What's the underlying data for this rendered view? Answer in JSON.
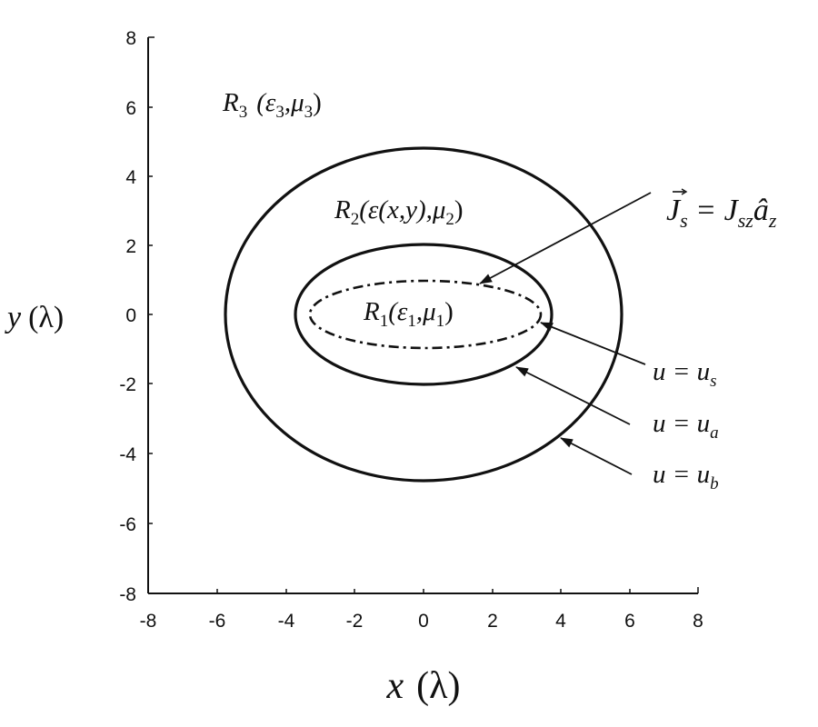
{
  "figure": {
    "x_axis_label": "x",
    "x_axis_unit": "(λ)",
    "y_axis_label": "y",
    "y_axis_unit": "(λ)",
    "x_ticks": [
      "-8",
      "-6",
      "-4",
      "-2",
      "0",
      "2",
      "4",
      "6",
      "8"
    ],
    "y_ticks": [
      "8",
      "6",
      "4",
      "2",
      "0",
      "-2",
      "-4",
      "-6",
      "-8"
    ],
    "regions": {
      "r3": {
        "name": "R",
        "sub": "3",
        "params": "(ε",
        "p1sub": "3",
        "p2": ",μ",
        "p2sub": "3",
        "close": ")"
      },
      "r2": {
        "name": "R",
        "sub": "2",
        "params": "(ε(x,y),μ",
        "p2sub": "2",
        "close": ")"
      },
      "r1": {
        "name": "R",
        "sub": "1",
        "params": "(ε",
        "p1sub": "1",
        "p2": ",μ",
        "p2sub": "1",
        "close": ")"
      }
    },
    "current_label": {
      "lhs": "J",
      "lhs_sub": "s",
      "eq": " = J",
      "rhs_sub": "sz",
      "unit": "â",
      "unit_sub": "z"
    },
    "boundary_labels": [
      {
        "lhs": "u = u",
        "sub": "s"
      },
      {
        "lhs": "u = u",
        "sub": "a"
      },
      {
        "lhs": "u = u",
        "sub": "b"
      }
    ]
  },
  "chart_data": {
    "type": "diagram",
    "title": "",
    "xlabel": "x (λ)",
    "ylabel": "y (λ)",
    "xlim": [
      -8,
      8
    ],
    "ylim": [
      -8,
      8
    ],
    "x_ticks": [
      -8,
      -6,
      -4,
      -2,
      0,
      2,
      4,
      6,
      8
    ],
    "y_ticks": [
      -8,
      -6,
      -4,
      -2,
      0,
      2,
      4,
      6,
      8
    ],
    "grid": false,
    "shapes": [
      {
        "name": "u = u_b (outer boundary)",
        "type": "ellipse",
        "center": [
          0,
          0
        ],
        "semi_x": 5.8,
        "semi_y": 4.8,
        "style": "solid"
      },
      {
        "name": "u = u_a (inner boundary)",
        "type": "ellipse",
        "center": [
          0,
          0
        ],
        "semi_x": 3.7,
        "semi_y": 2.0,
        "style": "solid"
      },
      {
        "name": "u = u_s (current sheet)",
        "type": "ellipse",
        "center": [
          0,
          0
        ],
        "semi_x": 3.35,
        "semi_y": 1.0,
        "style": "dashed"
      }
    ],
    "annotations": [
      "R3 (ε3, μ3)",
      "R2 (ε(x,y), μ2)",
      "R1 (ε1, μ1)",
      "J_s = J_sz â_z",
      "u = u_s",
      "u = u_a",
      "u = u_b"
    ]
  }
}
